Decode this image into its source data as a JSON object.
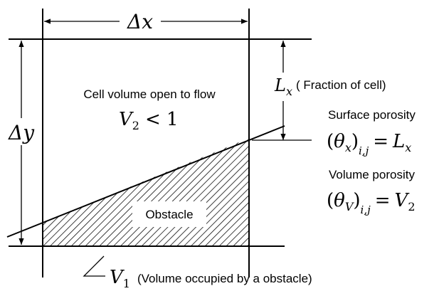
{
  "dx_label": "Δx",
  "dy_label": "Δy",
  "lx_label": "L",
  "lx_sub": "x",
  "lx_note": "( Fraction of cell)",
  "open_flow_label": "Cell volume open to flow",
  "v2_expr": {
    "var": "V",
    "sub": "2",
    "rel": "< 1"
  },
  "surface_porosity": {
    "title": "Surface porosity",
    "symbol": "θ",
    "sub": "x",
    "index": "i,j",
    "rhs": "L",
    "rhs_sub": "x"
  },
  "volume_porosity": {
    "title": "Volume porosity",
    "symbol": "θ",
    "sub": "V",
    "index": "i,j",
    "rhs": "V",
    "rhs_sub": "2"
  },
  "obstacle_label": "Obstacle",
  "v1_label": {
    "var": "V",
    "sub": "1",
    "note": "(Volume occupied by a obstacle)"
  },
  "colors": {
    "line": "#000000",
    "hatch": "#000000",
    "background": "#ffffff"
  }
}
